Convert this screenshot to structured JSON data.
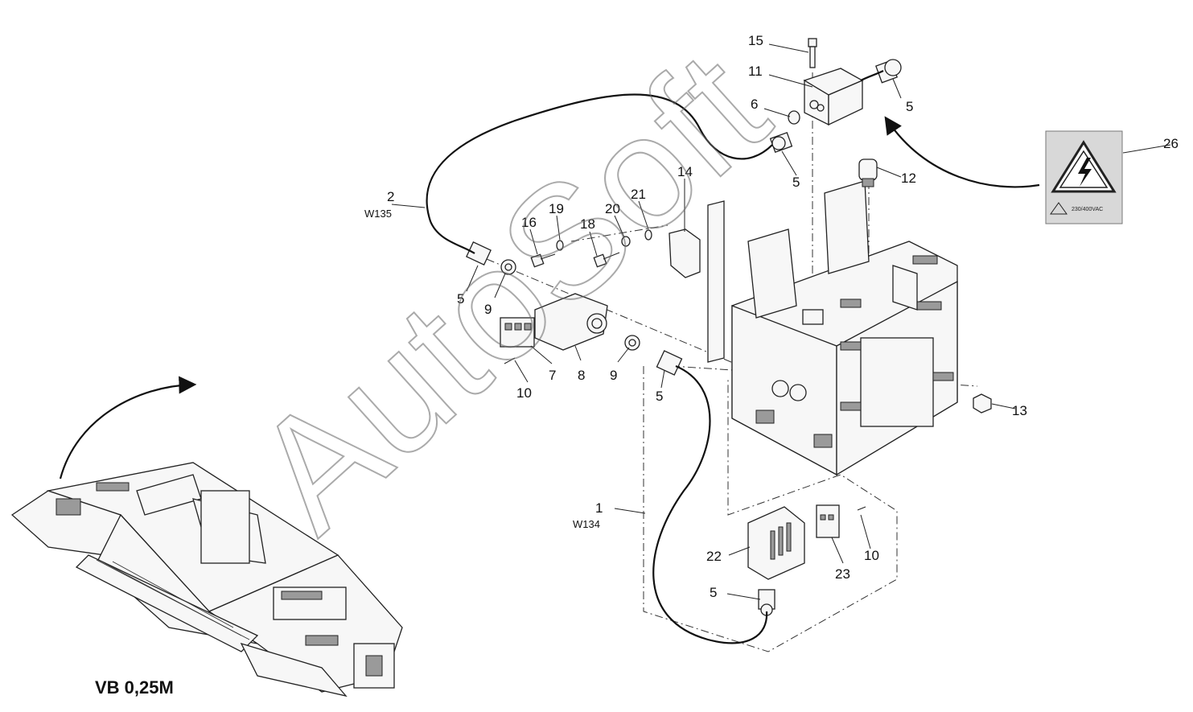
{
  "watermark": "AutoSoft",
  "overview_label": "VB 0,25M",
  "warning_sign": {
    "voltage_text": "230/400VAC"
  },
  "cables": [
    {
      "number": "2",
      "code": "W135"
    },
    {
      "number": "1",
      "code": "W134"
    }
  ],
  "callouts": [
    "15",
    "11",
    "6",
    "5",
    "5",
    "26",
    "12",
    "14",
    "21",
    "20",
    "19",
    "16",
    "18",
    "9",
    "5",
    "7",
    "8",
    "10",
    "9",
    "5",
    "13",
    "22",
    "23",
    "10",
    "5"
  ]
}
